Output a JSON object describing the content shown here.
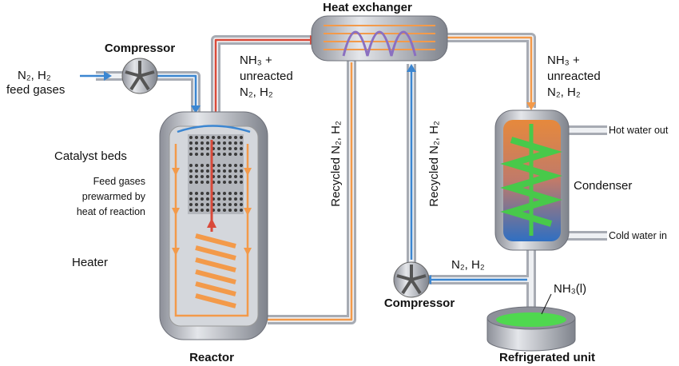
{
  "labels": {
    "heat_exchanger": "Heat exchanger",
    "compressor_top": "Compressor",
    "feed_line1": "N₂, H₂",
    "feed_line2": "feed gases",
    "outlet_left": [
      "NH₃ +",
      "unreacted",
      "N₂, H₂"
    ],
    "outlet_right": [
      "NH₃ +",
      "unreacted",
      "N₂, H₂"
    ],
    "catalyst_beds": "Catalyst beds",
    "prewarm": [
      "Feed gases",
      "prewarmed by",
      "heat of reaction"
    ],
    "heater": "Heater",
    "reactor": "Reactor",
    "recycled_left": "Recycled N₂, H₂",
    "recycled_right": "Recycled N₂, H₂",
    "hot_water_out": "Hot water out",
    "condenser": "Condenser",
    "cold_water_in": "Cold water in",
    "return_gas": "N₂, H₂",
    "compressor_bottom": "Compressor",
    "ammonia_liquid": "NH₃(l)",
    "refrigerated_unit": "Refrigerated unit"
  },
  "colors": {
    "vessel": "#b9bcc4",
    "hot_flow": "#f39a4a",
    "cold_flow": "#3b86d1",
    "recycle_pipe": "#d94a3a",
    "coolant_coil": "#48c94a",
    "condensate": "#2f6fc2",
    "liquid_ammonia": "#4fd84f"
  }
}
